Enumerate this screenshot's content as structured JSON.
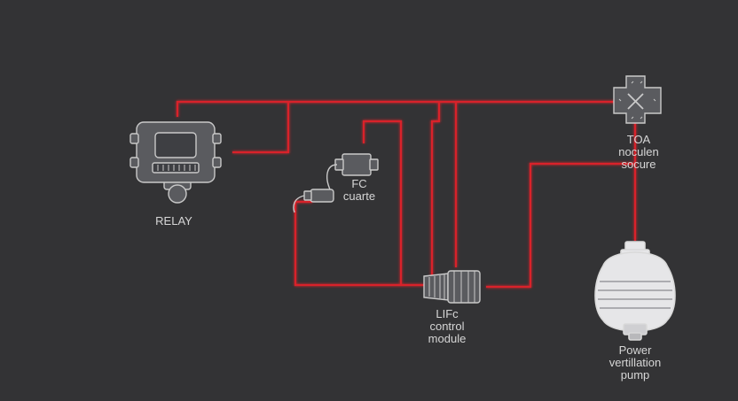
{
  "colors": {
    "background": "#333335",
    "wire": "#d9242c",
    "component_fill": "#5a5b5f",
    "component_stroke": "#c9c9c9",
    "label": "#d6d6d6"
  },
  "components": {
    "relay": {
      "label": "RELAY"
    },
    "fc_sensor": {
      "label_lines": [
        "FC",
        "cuarte"
      ]
    },
    "control_module": {
      "label_lines": [
        "LIFc",
        "control",
        "module"
      ]
    },
    "toa_source": {
      "label_lines": [
        "TOA",
        "noculen",
        "socure"
      ]
    },
    "pump": {
      "label_lines": [
        "Power",
        "vertillation",
        "pump"
      ]
    }
  }
}
